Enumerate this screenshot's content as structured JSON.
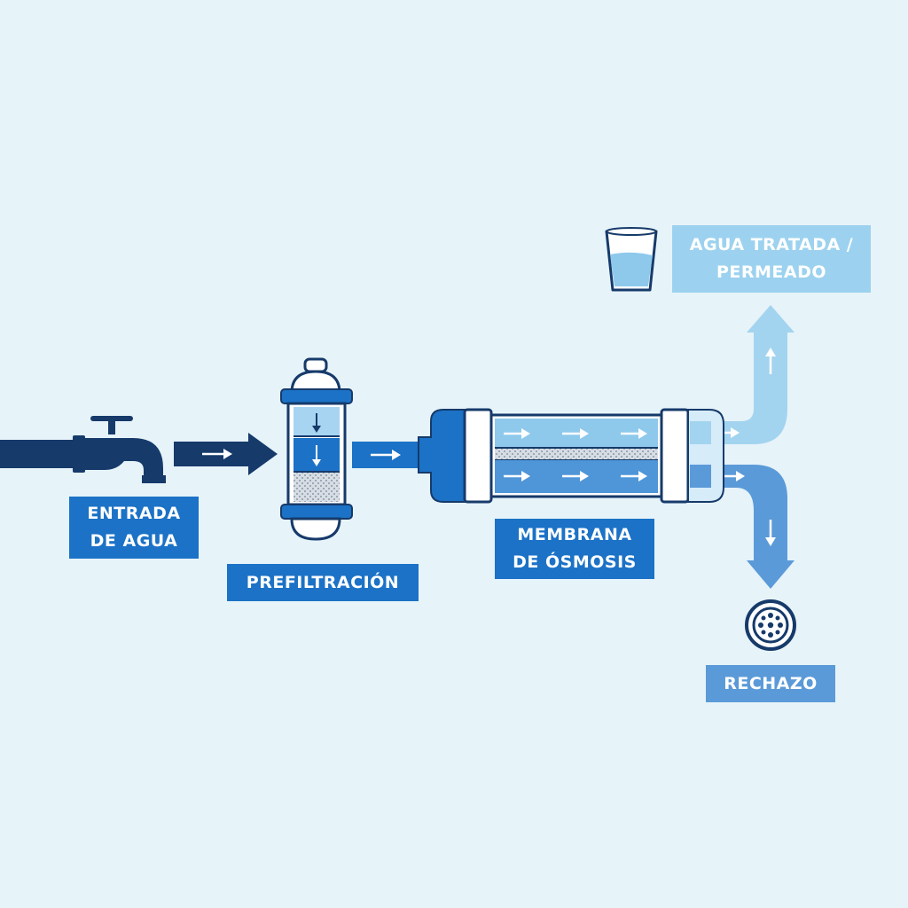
{
  "colors": {
    "background": "#e6f3f9",
    "inlet_pipe": "#163a6a",
    "primary_blue": "#1b72c6",
    "medium_blue": "#4f96d8",
    "light_blue": "#9cd2ef",
    "rejection_blue": "#5b9ad8",
    "sediment": "#c4cdd6"
  },
  "labels": {
    "entrada": "ENTRADA\nDE AGUA",
    "prefiltracion": "PREFILTRACIÓN",
    "membrana": "MEMBRANA\nDE ÓSMOSIS",
    "agua_tratada": "AGUA TRATADA /\nPERMEADO",
    "rechazo": "RECHAZO"
  },
  "icons": {
    "faucet": "faucet-icon",
    "glass": "water-glass-icon",
    "drain": "drain-icon"
  }
}
